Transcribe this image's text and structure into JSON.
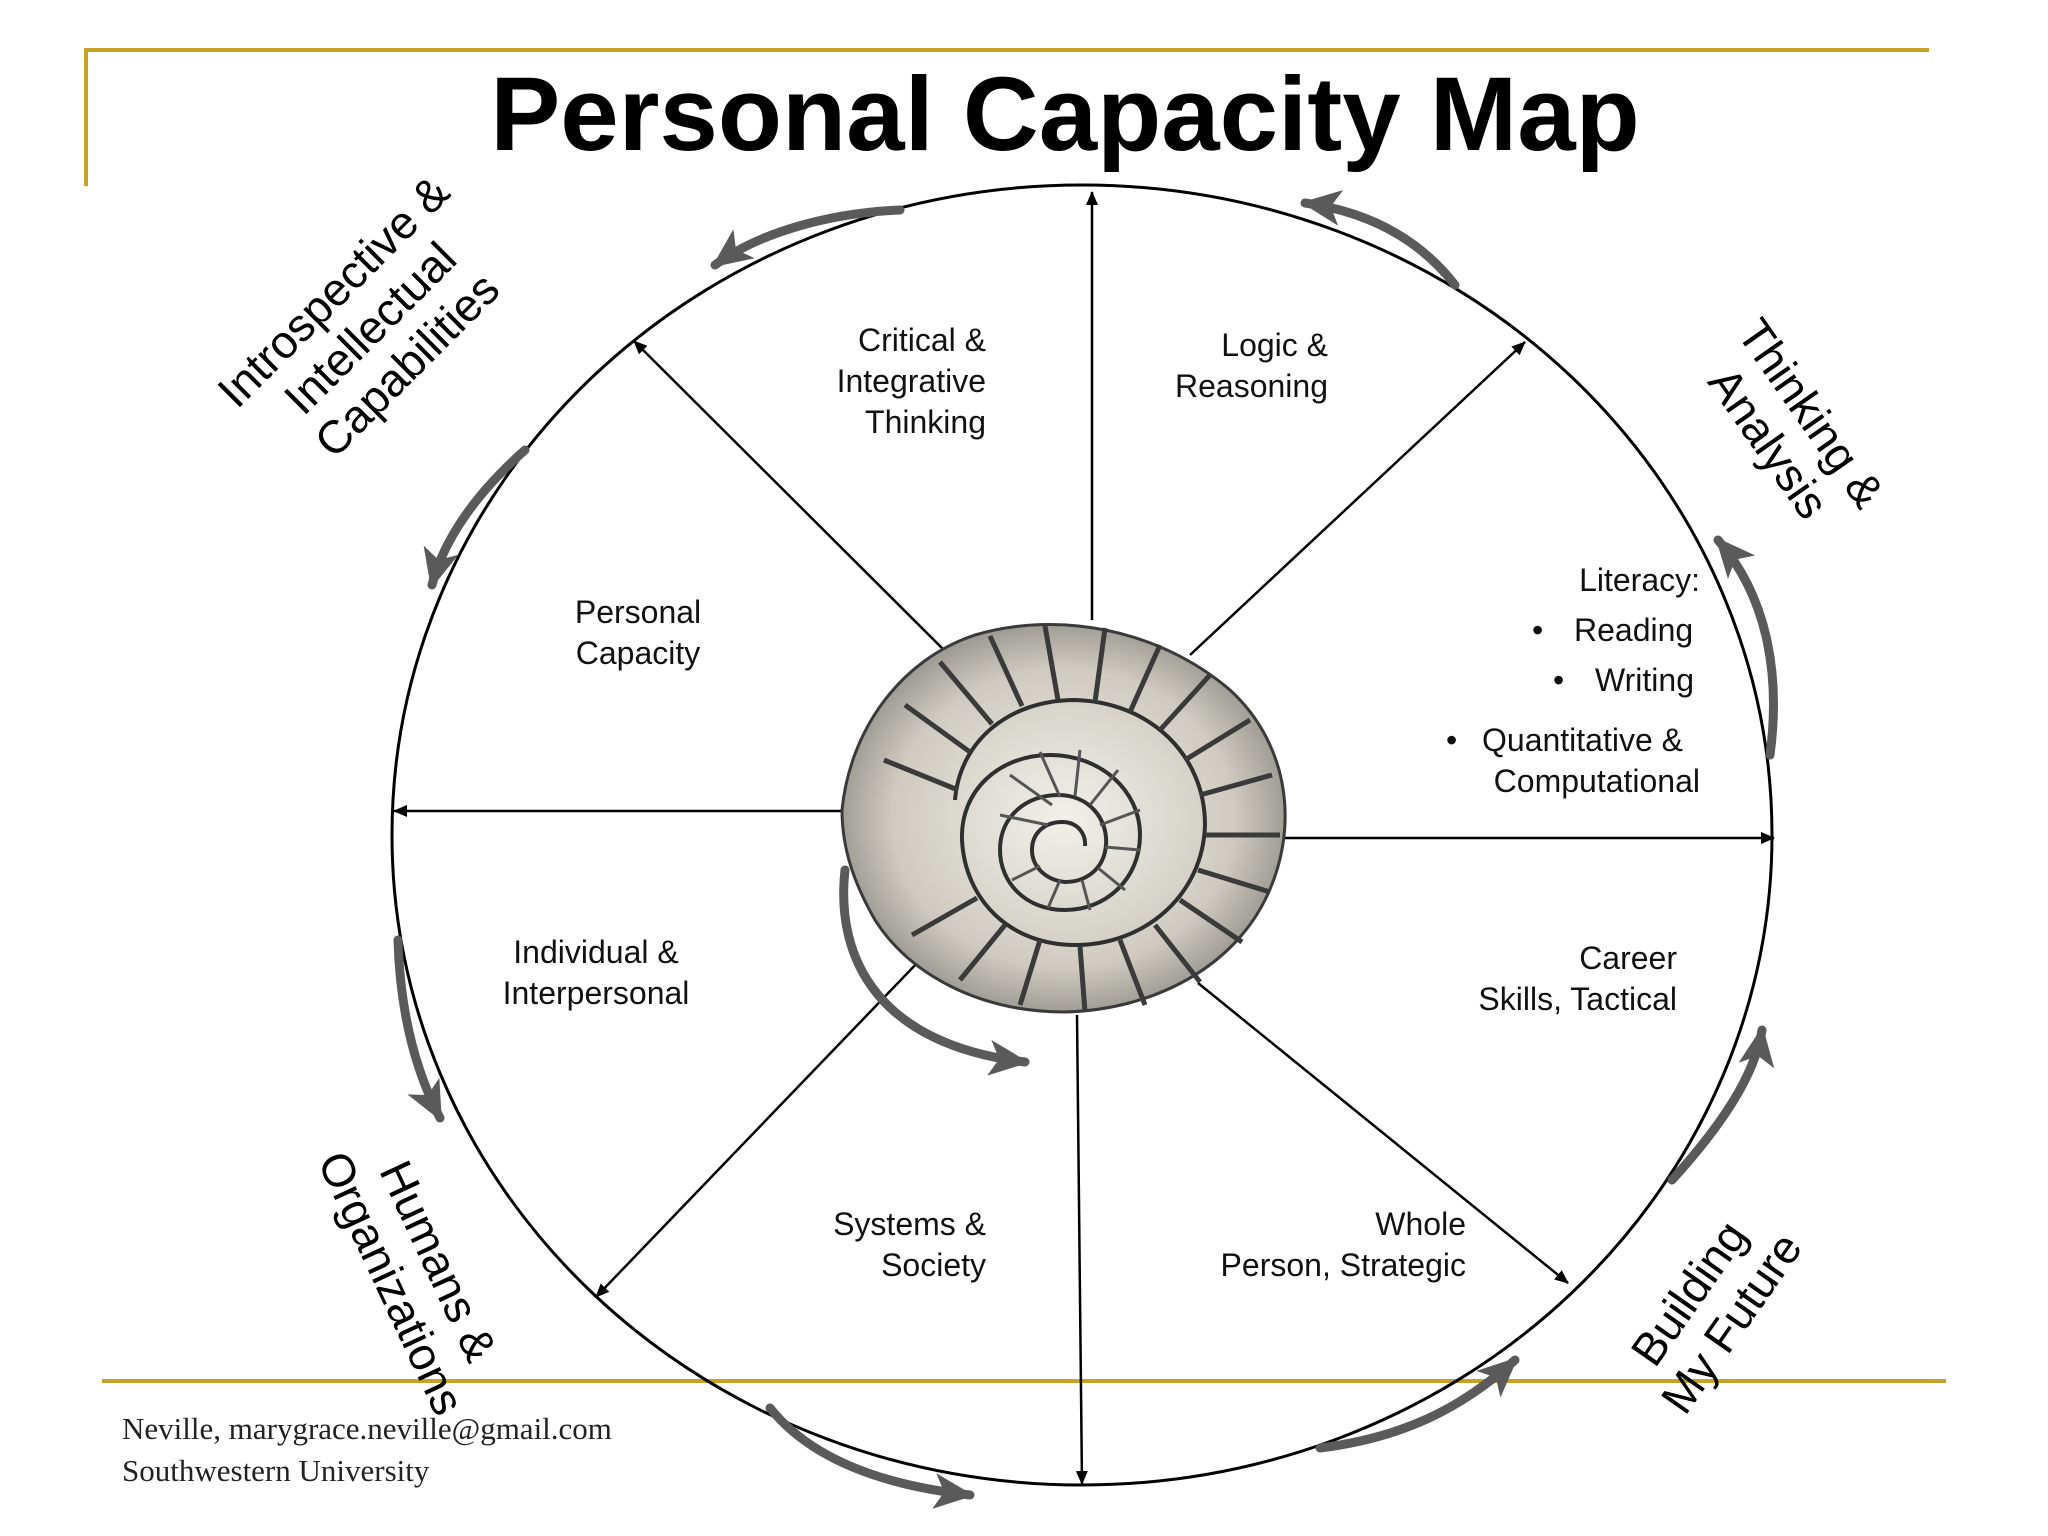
{
  "title": "Personal Capacity Map",
  "colors": {
    "rule": "#c8a227",
    "flow_arrow": "#5a5a5a",
    "line": "#000000"
  },
  "corner_labels": {
    "top_left": [
      "Introspective &",
      "Intellectual",
      "Capabilities"
    ],
    "top_right": [
      "Thinking &",
      "Analysis"
    ],
    "bottom_left": [
      "Humans &",
      "Organizations"
    ],
    "bottom_right": [
      "Building",
      "My Future"
    ]
  },
  "segments": {
    "critical": [
      "Critical &",
      "Integrative",
      "Thinking"
    ],
    "logic": [
      "Logic &",
      "Reasoning"
    ],
    "literacy_title": "Literacy:",
    "literacy_items": [
      "Reading",
      "Writing",
      "Quantitative &",
      "Computational"
    ],
    "bullet": "•",
    "personal": [
      "Personal",
      "Capacity"
    ],
    "individual": [
      "Individual &",
      "Interpersonal"
    ],
    "career": [
      "Career",
      "Skills, Tactical"
    ],
    "systems": [
      "Systems &",
      "Society"
    ],
    "whole": [
      "Whole",
      "Person, Strategic"
    ]
  },
  "center_image": "nautilus-shell-icon",
  "footer": [
    "Neville, marygrace.neville@gmail.com",
    "Southwestern University"
  ]
}
